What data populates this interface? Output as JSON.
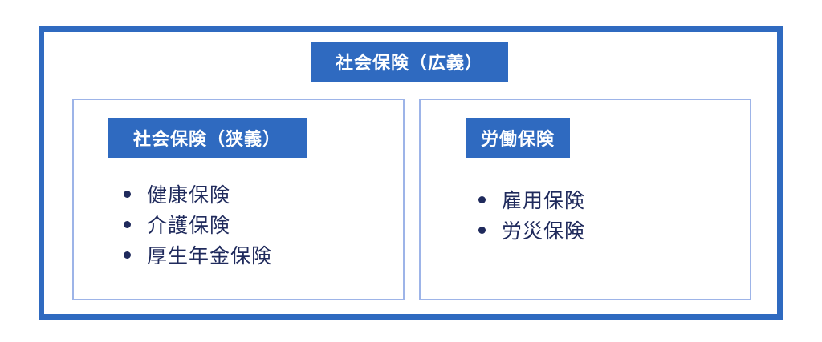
{
  "diagram": {
    "title": "社会保険（広義）",
    "panels": [
      {
        "label": "社会保険（狭義）",
        "items": [
          "健康保険",
          "介護保険",
          "厚生年金保険"
        ]
      },
      {
        "label": "労働保険",
        "items": [
          "雇用保険",
          "労災保険"
        ]
      }
    ]
  },
  "colors": {
    "accent": "#2f6ac0",
    "panel_border": "#9db4e8",
    "text": "#1f2a5c"
  }
}
